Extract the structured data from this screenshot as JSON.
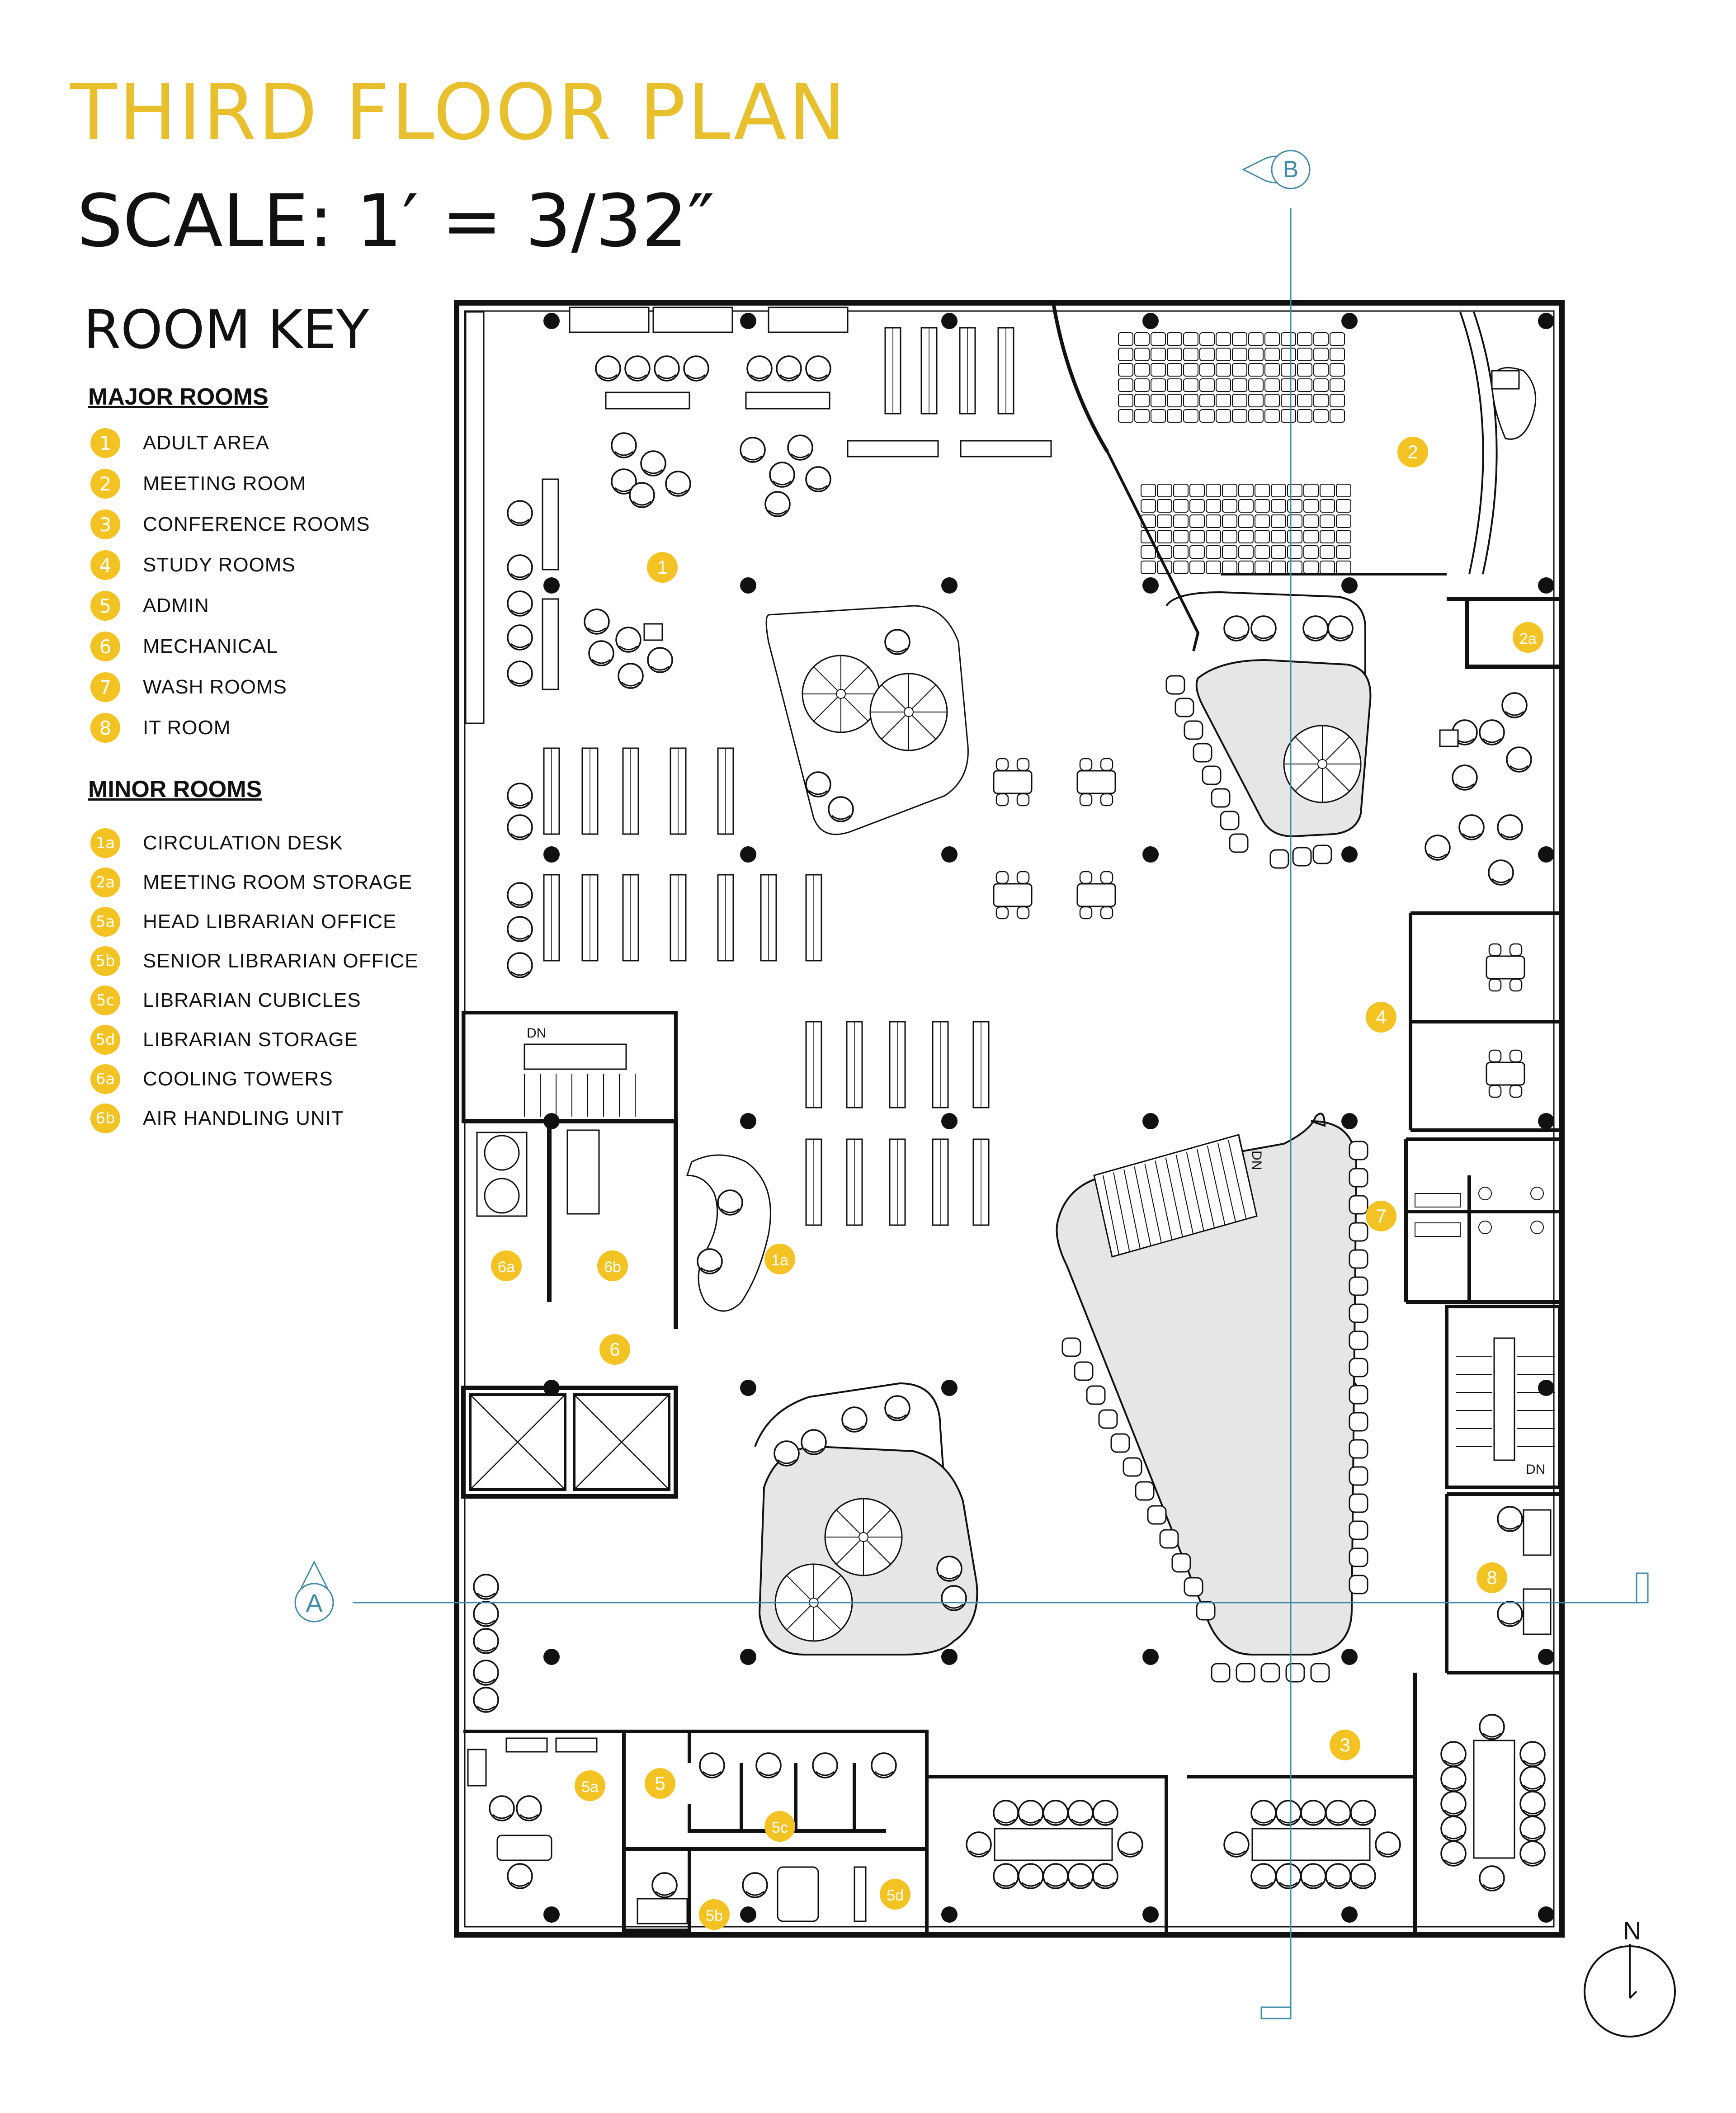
{
  "title": "THIRD FLOOR PLAN",
  "scale": "SCALE: 1′ = 3/32″",
  "room_key_title": "ROOM KEY",
  "major_rooms_title": "MAJOR ROOMS",
  "minor_rooms_title": "MINOR ROOMS",
  "major_rooms": [
    {
      "num": "1",
      "label": "ADULT AREA"
    },
    {
      "num": "2",
      "label": "MEETING ROOM"
    },
    {
      "num": "3",
      "label": "CONFERENCE ROOMS"
    },
    {
      "num": "4",
      "label": "STUDY ROOMS"
    },
    {
      "num": "5",
      "label": "ADMIN"
    },
    {
      "num": "6",
      "label": "MECHANICAL"
    },
    {
      "num": "7",
      "label": "WASH ROOMS"
    },
    {
      "num": "8",
      "label": "IT ROOM"
    }
  ],
  "minor_rooms": [
    {
      "num": "1a",
      "label": "CIRCULATION DESK"
    },
    {
      "num": "2a",
      "label": "MEETING ROOM STORAGE"
    },
    {
      "num": "5a",
      "label": "HEAD LIBRARIAN OFFICE"
    },
    {
      "num": "5b",
      "label": "SENIOR LIBRARIAN OFFICE"
    },
    {
      "num": "5c",
      "label": "LIBRARIAN CUBICLES"
    },
    {
      "num": "5d",
      "label": "LIBRARIAN STORAGE"
    },
    {
      "num": "6a",
      "label": "COOLING TOWERS"
    },
    {
      "num": "6b",
      "label": "AIR HANDLING UNIT"
    }
  ],
  "section_markers": {
    "a": "A",
    "b": "B"
  },
  "stair_labels": {
    "dn1": "DN",
    "dn2": "DN",
    "dn3": "DN"
  },
  "north_label": "N",
  "plan_tags": {
    "r1": "1",
    "r2": "2",
    "r2a": "2a",
    "r3": "3",
    "r4": "4",
    "r5": "5",
    "r5a": "5a",
    "r5b": "5b",
    "r5c": "5c",
    "r5d": "5d",
    "r6": "6",
    "r6a": "6a",
    "r6b": "6b",
    "r7": "7",
    "r8": "8",
    "r1a": "1a"
  },
  "colors": {
    "accent": "#e8bf2c",
    "badge": "#f2c322",
    "section_line": "#3f8ca8",
    "walls": "#111111"
  }
}
